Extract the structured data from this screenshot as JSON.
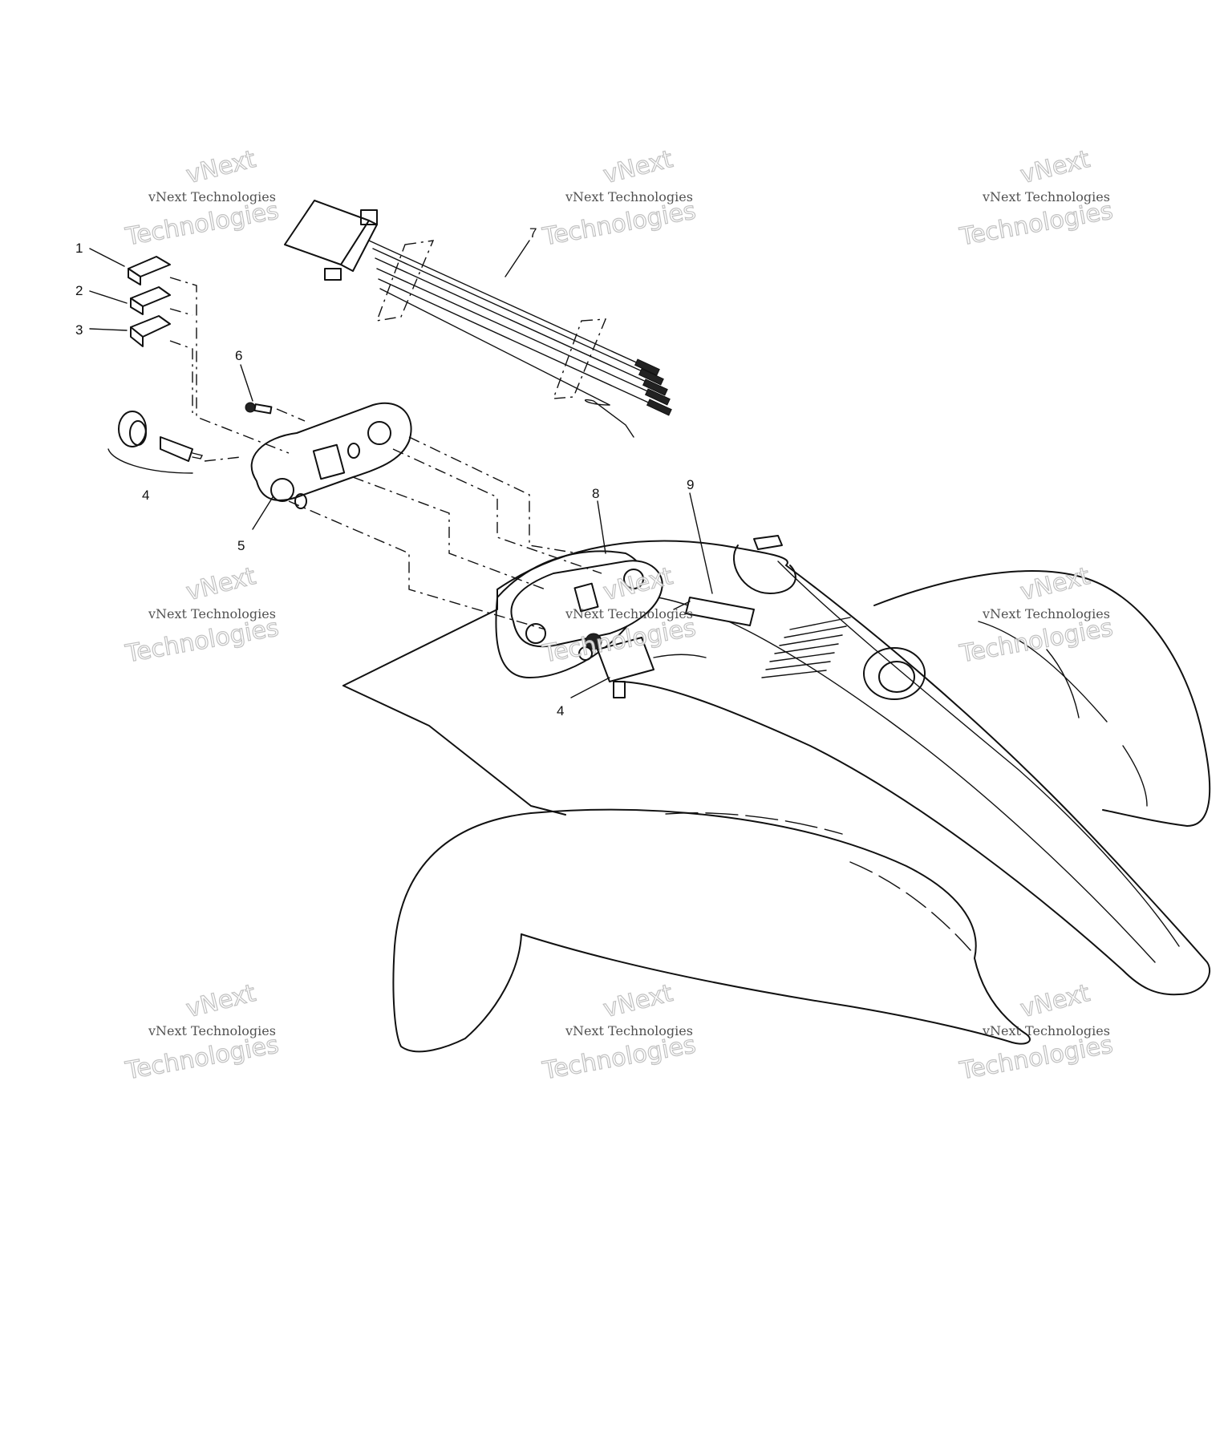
{
  "callouts": [
    "1",
    "2",
    "3",
    "4",
    "5",
    "6",
    "7",
    "8",
    "9",
    "4"
  ],
  "watermark": {
    "line": "vNext Technologies",
    "arc_top": "vNext",
    "arc_bottom": "Technologies"
  }
}
